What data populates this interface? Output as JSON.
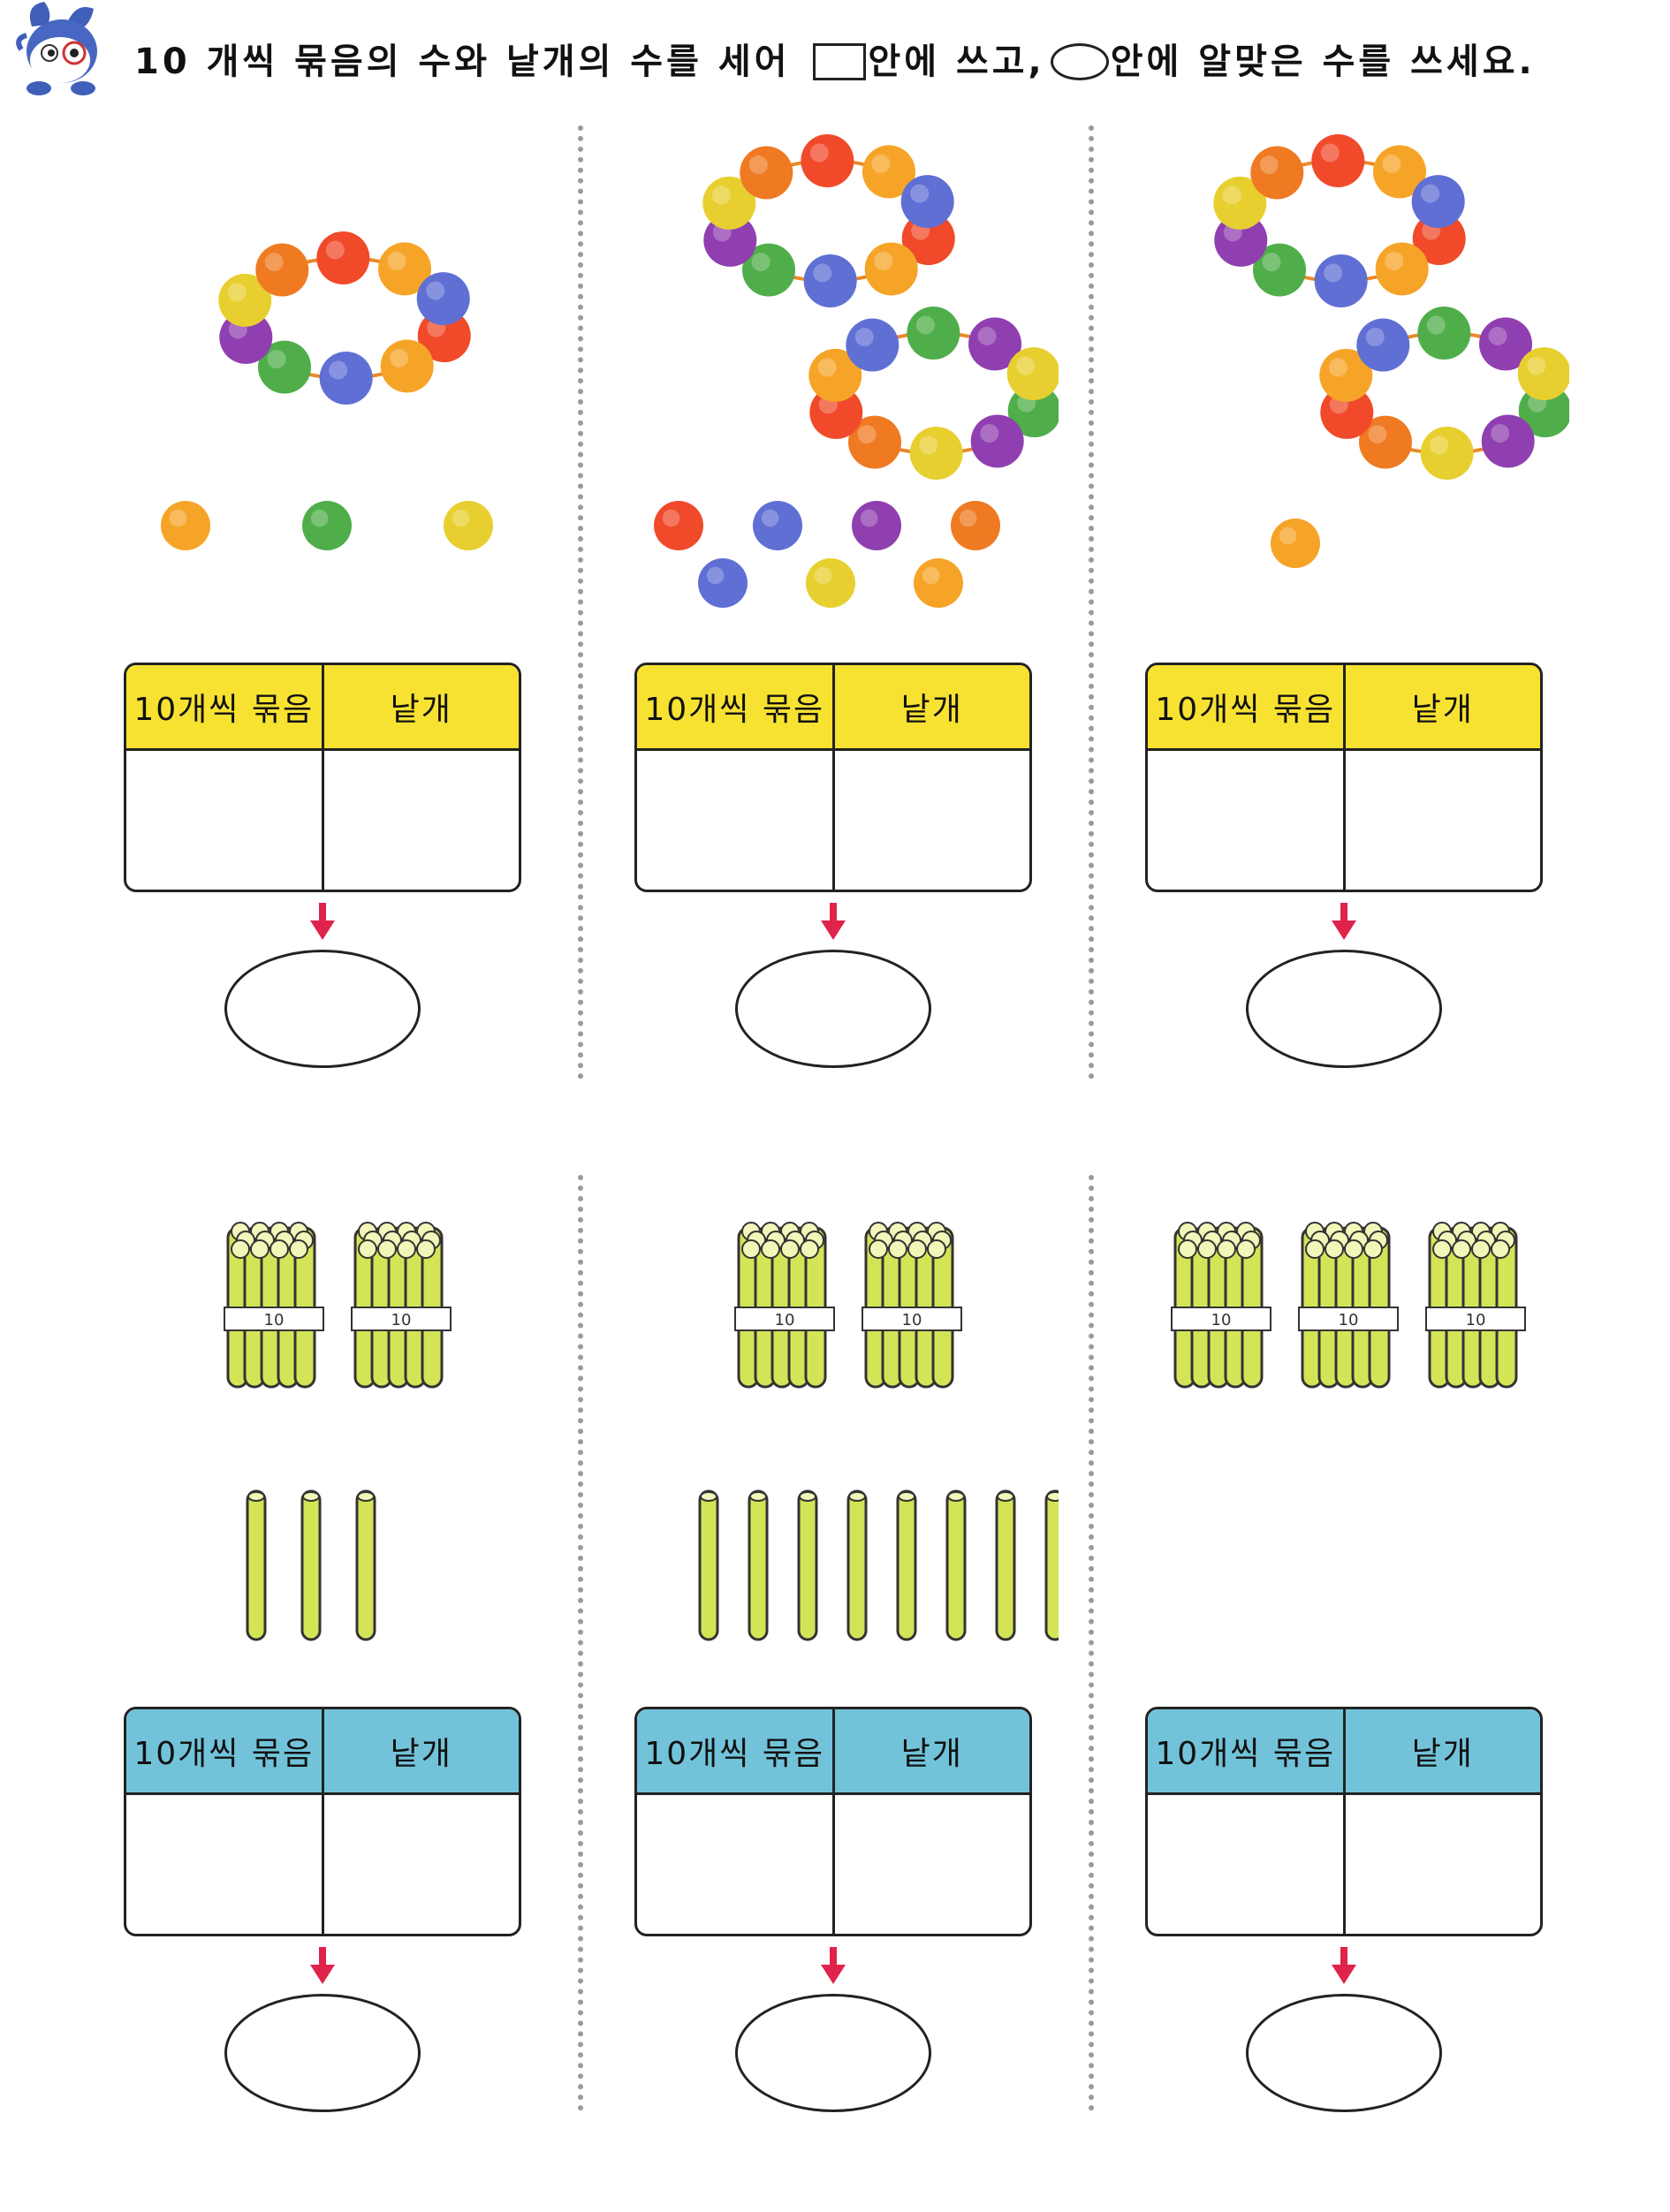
{
  "instruction": {
    "part1": "10 개씩 묶음의 수와 낱개의 수를 세어",
    "part2": "안에 쓰고,",
    "part3": "안에 알맞은 수를 쓰세요."
  },
  "table_headers": {
    "tens": "10개씩 묶음",
    "ones": "낱개"
  },
  "stick_bundle_label": "10",
  "problems": [
    {
      "id": 1,
      "item": "bead",
      "bundles": 1,
      "loose": 3,
      "color": "yellow"
    },
    {
      "id": 2,
      "item": "bead",
      "bundles": 2,
      "loose": 7,
      "color": "yellow"
    },
    {
      "id": 3,
      "item": "bead",
      "bundles": 2,
      "loose": 1,
      "color": "yellow"
    },
    {
      "id": 4,
      "item": "stick",
      "bundles": 2,
      "loose": 3,
      "color": "blue"
    },
    {
      "id": 5,
      "item": "stick",
      "bundles": 2,
      "loose": 8,
      "color": "blue"
    },
    {
      "id": 6,
      "item": "stick",
      "bundles": 3,
      "loose": 0,
      "color": "blue"
    }
  ],
  "colors": {
    "header_yellow": "#f7e232",
    "header_blue": "#72c3d9",
    "arrow": "#e0234a",
    "stick": "#d4e457",
    "bead_palette": [
      "#f04a2a",
      "#f6a428",
      "#5f6fd4",
      "#4fae4a",
      "#8f3fb0",
      "#e8cf30",
      "#ef7a22"
    ]
  }
}
